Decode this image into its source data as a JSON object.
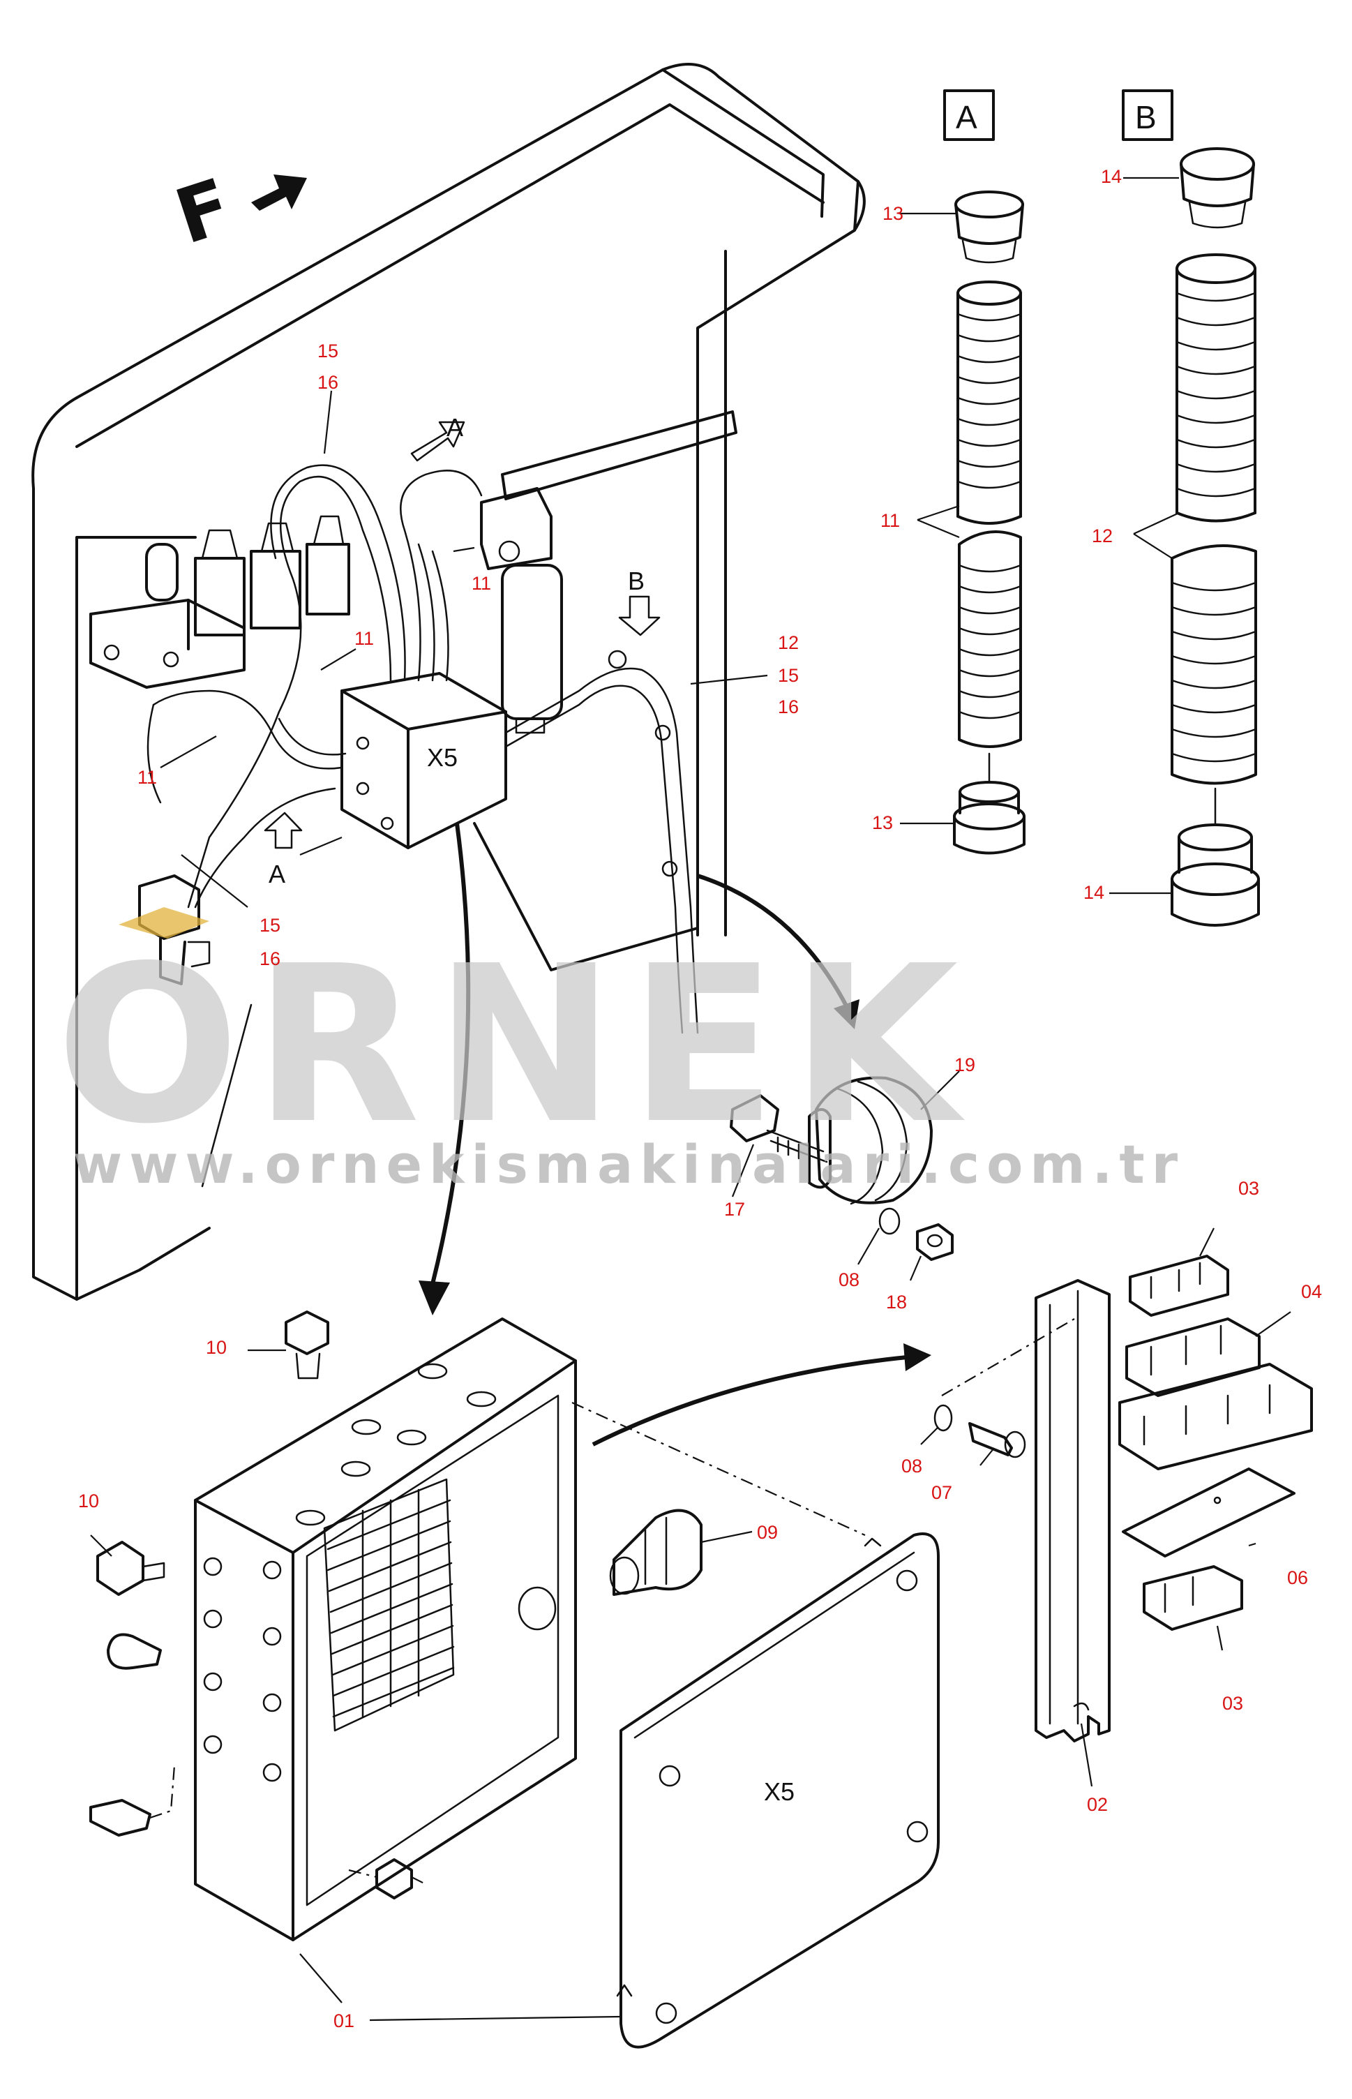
{
  "figure": {
    "frame_letter": "F",
    "view_a_letter": "A",
    "view_b_letter": "B",
    "junction_box_mark": "X5",
    "cover_mark": "X5"
  },
  "callouts": [
    {
      "id": "c15a",
      "label": "15"
    },
    {
      "id": "c16a",
      "label": "16"
    },
    {
      "id": "c11a",
      "label": "11"
    },
    {
      "id": "c11b",
      "label": "11"
    },
    {
      "id": "c11c",
      "label": "11"
    },
    {
      "id": "c12a",
      "label": "12"
    },
    {
      "id": "c15b",
      "label": "15"
    },
    {
      "id": "c16b",
      "label": "16"
    },
    {
      "id": "c15c",
      "label": "15"
    },
    {
      "id": "c16c",
      "label": "16"
    },
    {
      "id": "c13a",
      "label": "13"
    },
    {
      "id": "c11d",
      "label": "11"
    },
    {
      "id": "c13b",
      "label": "13"
    },
    {
      "id": "c14a",
      "label": "14"
    },
    {
      "id": "c12b",
      "label": "12"
    },
    {
      "id": "c14b",
      "label": "14"
    },
    {
      "id": "c19",
      "label": "19"
    },
    {
      "id": "c17",
      "label": "17"
    },
    {
      "id": "c08a",
      "label": "08"
    },
    {
      "id": "c18",
      "label": "18"
    },
    {
      "id": "c03a",
      "label": "03"
    },
    {
      "id": "c04",
      "label": "04"
    },
    {
      "id": "c08b",
      "label": "08"
    },
    {
      "id": "c07",
      "label": "07"
    },
    {
      "id": "c06",
      "label": "06"
    },
    {
      "id": "c03b",
      "label": "03"
    },
    {
      "id": "c02",
      "label": "02"
    },
    {
      "id": "c10a",
      "label": "10"
    },
    {
      "id": "c10b",
      "label": "10"
    },
    {
      "id": "c09",
      "label": "09"
    },
    {
      "id": "c01",
      "label": "01"
    }
  ],
  "watermark": {
    "brand": "ORNEK",
    "url": "www.ornekismakinalari.com.tr"
  }
}
